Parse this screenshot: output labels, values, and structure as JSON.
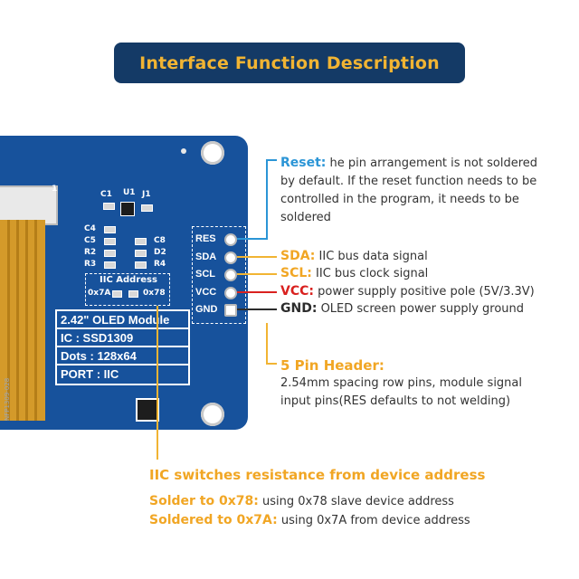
{
  "title": "Interface Function Description",
  "board": {
    "silkscreen": {
      "c1": "C1",
      "u1": "U1",
      "j1": "J1",
      "one": "1",
      "c4": "C4",
      "c5": "C5",
      "c8": "C8",
      "r2": "R2",
      "d2": "D2",
      "r3": "R3",
      "r4": "R4",
      "addr_title": "IIC Address",
      "addr_left": "0x7A",
      "addr_right": "0x78",
      "fpc_text": "NFP1309-028"
    },
    "info_rows": [
      "2.42\" OLED Module",
      "IC : SSD1309",
      "Dots : 128x64",
      "PORT : IIC"
    ],
    "pins": [
      "RES",
      "SDA",
      "SCL",
      "VCC",
      "GND"
    ]
  },
  "callouts": {
    "reset": {
      "label": "Reset:",
      "lines": [
        "he pin arrangement is not soldered",
        "by default. If the reset function needs to be",
        "controlled in the program, it needs to be",
        "soldered"
      ]
    },
    "sda": {
      "label": "SDA:",
      "text": "IIC bus data signal"
    },
    "scl": {
      "label": "SCL:",
      "text": "IIC bus clock signal"
    },
    "vcc": {
      "label": "VCC:",
      "text": "power supply positive pole (5V/3.3V)"
    },
    "gnd": {
      "label": "GND:",
      "text": "OLED screen power supply ground"
    },
    "header": {
      "label": "5 Pin Header:",
      "lines": [
        "2.54mm spacing row pins, module signal",
        "input pins(RES defaults to not welding)"
      ]
    },
    "iic": {
      "heading": "IIC switches resistance from device address",
      "solder78_label": "Solder to 0x78:",
      "solder78_text": "using 0x78 slave device address",
      "solder7a_label": "Soldered to 0x7A:",
      "solder7a_text": "using 0x7A from device address"
    }
  }
}
